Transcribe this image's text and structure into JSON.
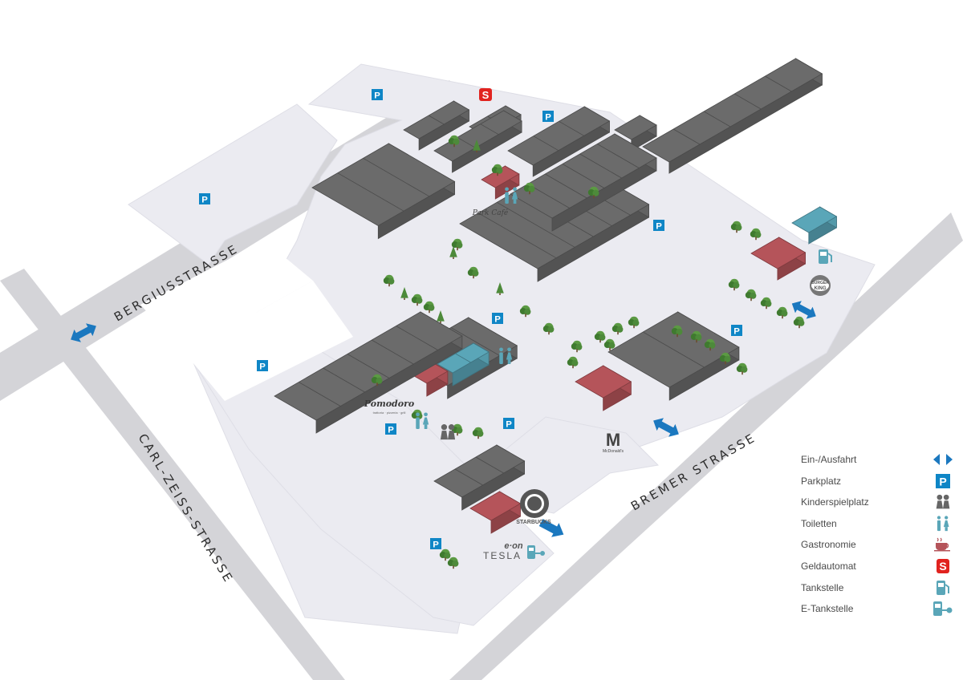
{
  "streets": {
    "bergius": "BERGIUSSTRASSE",
    "carl_zeiss": "CARL-ZEISS-STRASSE",
    "bremer": "BREMER STRASSE"
  },
  "parking_symbol": "P",
  "brands": {
    "park_cafe": "Park Café",
    "pomodoro": "Pomodoro",
    "pomodoro_sub": "trattoria · pizzeria · grill",
    "mcdonalds": "McDonald's",
    "burger_king_top": "BURGER",
    "burger_king_bottom": "KING",
    "starbucks": "STARBUCKS",
    "eon": "e·on",
    "tesla": "TESLA"
  },
  "legend": [
    {
      "label": "Ein-/Ausfahrt",
      "icon": "entrance-arrows-icon"
    },
    {
      "label": "Parkplatz",
      "icon": "parking-icon"
    },
    {
      "label": "Kinderspielplatz",
      "icon": "playground-icon"
    },
    {
      "label": "Toiletten",
      "icon": "toilets-icon"
    },
    {
      "label": "Gastronomie",
      "icon": "coffee-cup-icon"
    },
    {
      "label": "Geldautomat",
      "icon": "sparkasse-atm-icon"
    },
    {
      "label": "Tankstelle",
      "icon": "fuel-pump-icon"
    },
    {
      "label": "E-Tankstelle",
      "icon": "ev-charger-icon"
    }
  ],
  "colors": {
    "building": "#6b6b6b",
    "restaurant": "#b5545a",
    "service": "#5aa6b8",
    "parking": "#0f86c6",
    "road": "#d4d4d8",
    "lot": "#e9e9ef",
    "tree": "#4d8a3a",
    "arrow": "#1b78bf",
    "atm": "#e1231f"
  }
}
